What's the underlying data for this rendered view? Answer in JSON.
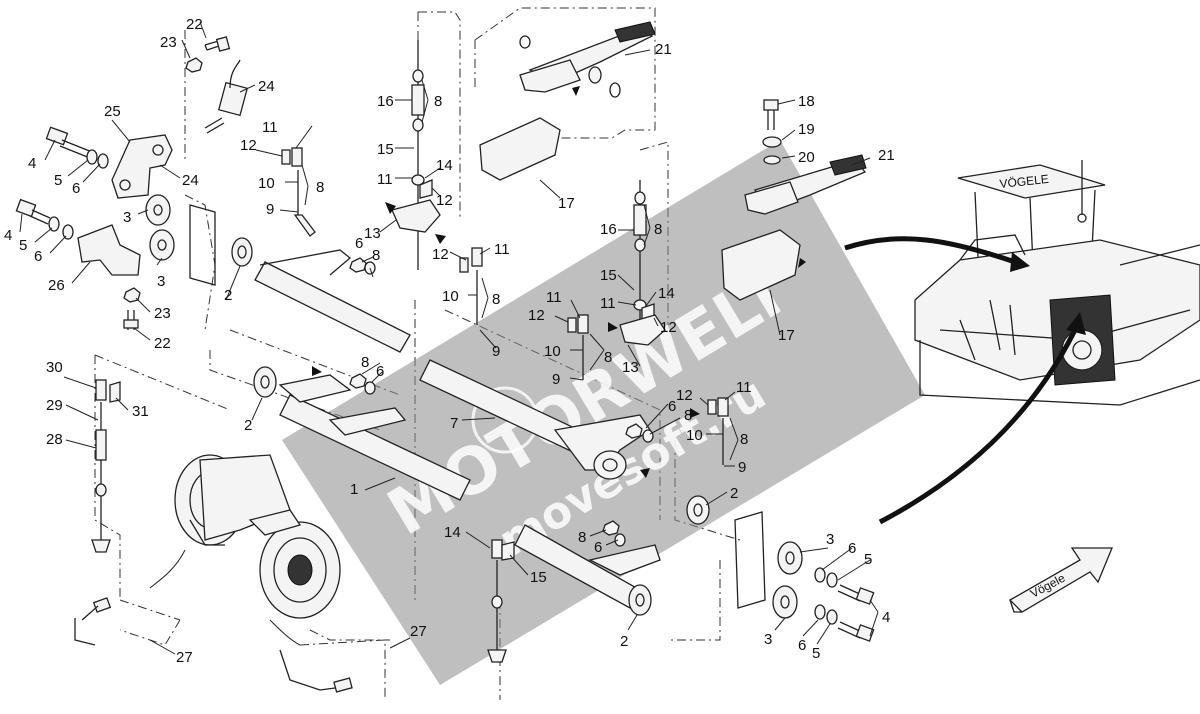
{
  "labels": {
    "p1": "1",
    "p2": "2",
    "p3": "3",
    "p4": "4",
    "p5": "5",
    "p6": "6",
    "p7": "7",
    "p8": "8",
    "p9": "9",
    "p10": "10",
    "p11": "11",
    "p12": "12",
    "p13": "13",
    "p14": "14",
    "p15": "15",
    "p16": "16",
    "p17": "17",
    "p18": "18",
    "p19": "19",
    "p20": "20",
    "p21": "21",
    "p22": "22",
    "p23": "23",
    "p24": "24",
    "p25": "25",
    "p26": "26",
    "p27": "27",
    "p28": "28",
    "p29": "29",
    "p30": "30",
    "p31": "31"
  },
  "brand": {
    "canopy": "VÖGELE",
    "arrow": "Vögele"
  },
  "watermark": {
    "line1": "MOTORWELT",
    "line2": "movesoft.ru"
  },
  "colors": {
    "line": "#222222",
    "watermark_band": "#8a8a8a"
  }
}
